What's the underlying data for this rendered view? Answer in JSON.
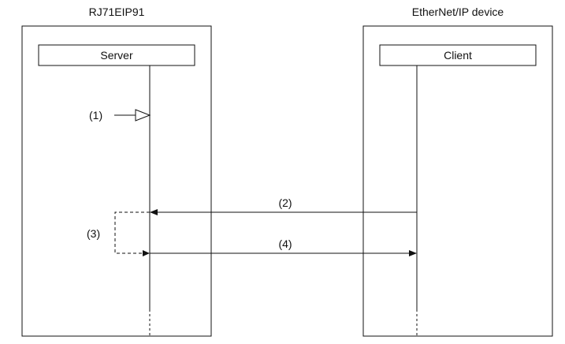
{
  "left_device": {
    "title": "RJ71EIP91",
    "role_label": "Server"
  },
  "right_device": {
    "title": "EtherNet/IP device",
    "role_label": "Client"
  },
  "steps": {
    "step1": "(1)",
    "step2": "(2)",
    "step3": "(3)",
    "step4": "(4)"
  },
  "colors": {
    "line": "#111111",
    "background": "#ffffff"
  }
}
